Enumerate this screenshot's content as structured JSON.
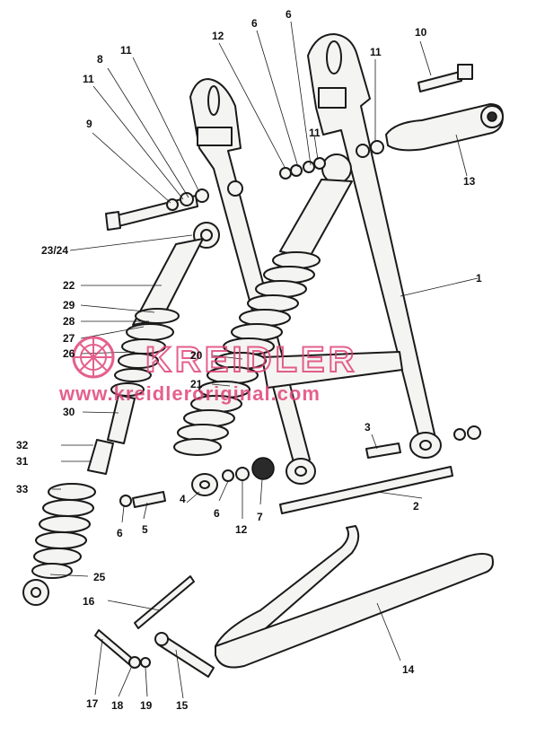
{
  "watermark": {
    "title": "KREIDLER",
    "url": "www.kreidleroriginal.com",
    "color": "#e0457a"
  },
  "callouts": [
    {
      "id": "c-1",
      "text": "1"
    },
    {
      "id": "c-2",
      "text": "2"
    },
    {
      "id": "c-3",
      "text": "3"
    },
    {
      "id": "c-4",
      "text": "4"
    },
    {
      "id": "c-5",
      "text": "5"
    },
    {
      "id": "c-6a",
      "text": "6"
    },
    {
      "id": "c-6b",
      "text": "6"
    },
    {
      "id": "c-6c",
      "text": "6"
    },
    {
      "id": "c-6d",
      "text": "6"
    },
    {
      "id": "c-7",
      "text": "7"
    },
    {
      "id": "c-8",
      "text": "8"
    },
    {
      "id": "c-9",
      "text": "9"
    },
    {
      "id": "c-10",
      "text": "10"
    },
    {
      "id": "c-11a",
      "text": "11"
    },
    {
      "id": "c-11b",
      "text": "11"
    },
    {
      "id": "c-11c",
      "text": "11"
    },
    {
      "id": "c-11d",
      "text": "11"
    },
    {
      "id": "c-12a",
      "text": "12"
    },
    {
      "id": "c-12b",
      "text": "12"
    },
    {
      "id": "c-13",
      "text": "13"
    },
    {
      "id": "c-14",
      "text": "14"
    },
    {
      "id": "c-15",
      "text": "15"
    },
    {
      "id": "c-16",
      "text": "16"
    },
    {
      "id": "c-17",
      "text": "17"
    },
    {
      "id": "c-18",
      "text": "18"
    },
    {
      "id": "c-19",
      "text": "19"
    },
    {
      "id": "c-20",
      "text": "20"
    },
    {
      "id": "c-21",
      "text": "21"
    },
    {
      "id": "c-22",
      "text": "22"
    },
    {
      "id": "c-23-24",
      "text": "23/24"
    },
    {
      "id": "c-25",
      "text": "25"
    },
    {
      "id": "c-26",
      "text": "26"
    },
    {
      "id": "c-27",
      "text": "27"
    },
    {
      "id": "c-28",
      "text": "28"
    },
    {
      "id": "c-29",
      "text": "29"
    },
    {
      "id": "c-30",
      "text": "30"
    },
    {
      "id": "c-31",
      "text": "31"
    },
    {
      "id": "c-32",
      "text": "32"
    },
    {
      "id": "c-33",
      "text": "33"
    }
  ]
}
